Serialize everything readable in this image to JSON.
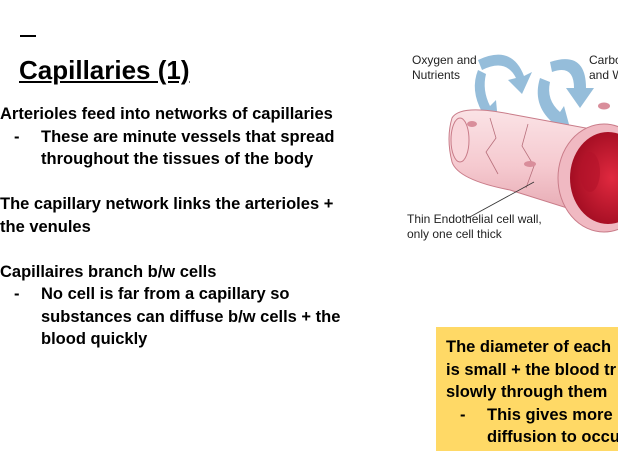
{
  "slide": {
    "title": "Capillaries (1)",
    "paragraphs": [
      {
        "text": "Arterioles feed into networks of capillaries",
        "bullet": "These are minute vessels that spread throughout the tissues of the body"
      },
      {
        "text": "The capillary network links the arterioles + the venules"
      },
      {
        "text": "Capillaires branch b/w cells",
        "bullet": "No cell is far from a capillary so substances can diffuse b/w cells + the blood quickly"
      }
    ],
    "bullet_mark": "-"
  },
  "diagram": {
    "label_left_line1": "Oxygen and",
    "label_left_line2": "Nutrients",
    "label_right_line1": "Carbo",
    "label_right_line2": "and W",
    "label_wall_line1": "Thin Endothelial cell wall,",
    "label_wall_line2": "only one cell thick",
    "colors": {
      "vessel_wall": "#f5c9cf",
      "blood": "#c8102e",
      "arrow": "#8ab6d6"
    }
  },
  "note_box": {
    "line1": "The diameter of each",
    "line2": "is small + the blood tr",
    "line3": "slowly through them",
    "bullet_line1": "This gives more",
    "bullet_line2": "diffusion to occu",
    "background": "#ffd966"
  }
}
